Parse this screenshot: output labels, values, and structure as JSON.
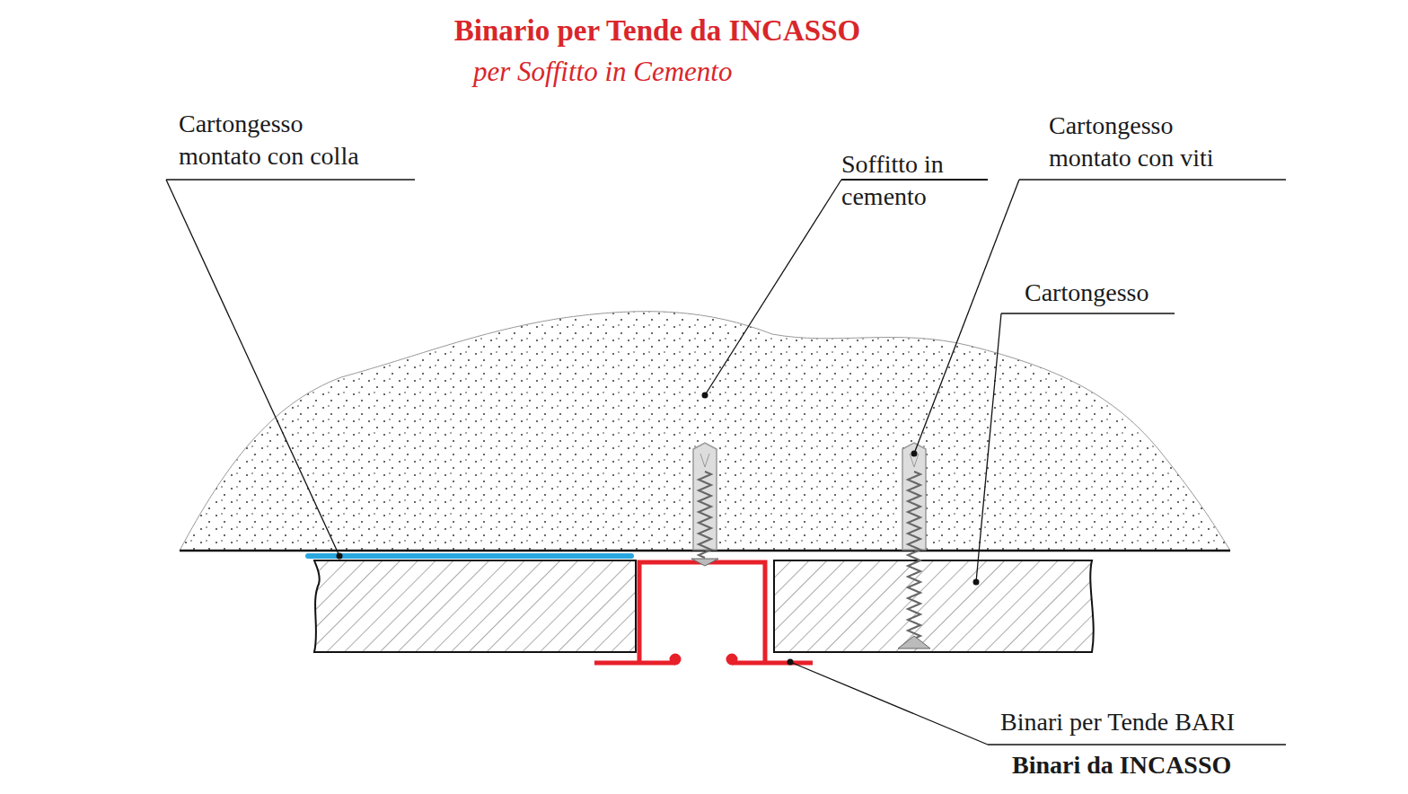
{
  "diagram": {
    "title": "Binario per Tende da INCASSO",
    "labels": [
      "per Soffitto in Cemento",
      "Cartongesso montato con colla",
      "Soffitto in cemento",
      "Cartongesso montato con viti",
      "Cartongesso",
      "Binari per Tende BARI",
      "Binari da INCASSO"
    ]
  }
}
